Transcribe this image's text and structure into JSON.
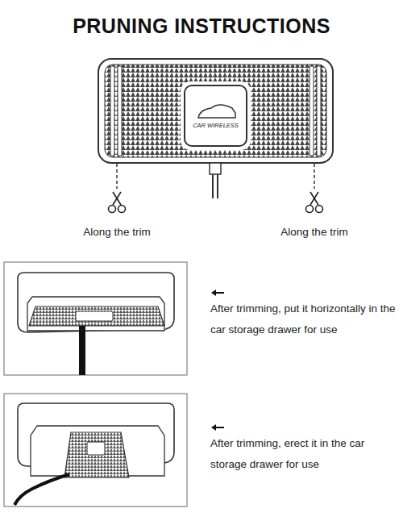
{
  "diagram": {
    "title": "PRUNING INSTRUCTIONS",
    "nodes": [
      {
        "text": [
          "CAR WIRELESS"
        ]
      }
    ],
    "labels": [
      "Along the trim",
      "Along the trim",
      "After trimming, put it horizontally in the car storage drawer for use",
      "After trimming, erect it in the car storage drawer for use"
    ]
  }
}
